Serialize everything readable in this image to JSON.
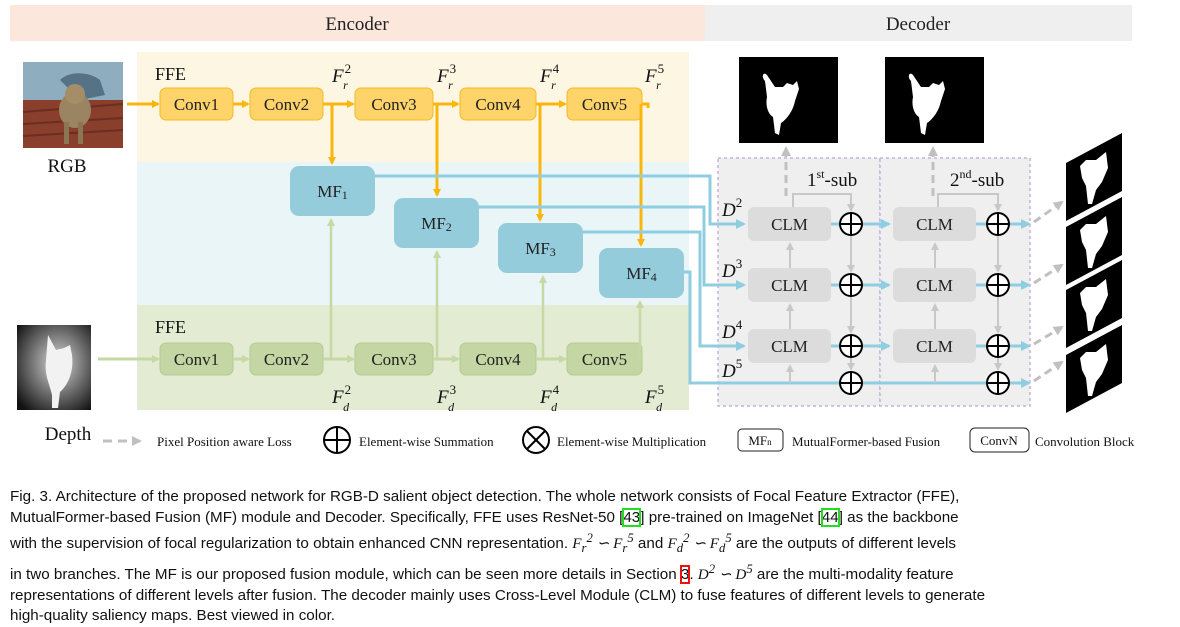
{
  "header": {
    "encoder_label": "Encoder",
    "decoder_label": "Decoder"
  },
  "inputs": {
    "rgb_label": "RGB",
    "depth_label": "Depth"
  },
  "rgb_branch": {
    "title": "FFE",
    "blocks": [
      "Conv1",
      "Conv2",
      "Conv3",
      "Conv4",
      "Conv5"
    ],
    "features": [
      "2",
      "3",
      "4",
      "5"
    ],
    "feature_symbol": "F",
    "feature_sub": "r"
  },
  "depth_branch": {
    "title": "FFE",
    "blocks": [
      "Conv1",
      "Conv2",
      "Conv3",
      "Conv4",
      "Conv5"
    ],
    "features": [
      "2",
      "3",
      "4",
      "5"
    ],
    "feature_symbol": "F",
    "feature_sub": "d"
  },
  "fusion": {
    "prefix": "MF",
    "subs": [
      "1",
      "2",
      "3",
      "4"
    ]
  },
  "decoder": {
    "sub1_label": "1",
    "sub1_sup": "st",
    "sub1_suffix": "-sub",
    "sub2_label": "2",
    "sub2_sup": "nd",
    "sub2_suffix": "-sub",
    "clm_label": "CLM",
    "d_symbol": "D",
    "d_levels": [
      "2",
      "3",
      "4",
      "5"
    ]
  },
  "legend": {
    "loss": "Pixel Position aware Loss",
    "sum": "Element-wise Summation",
    "mul": "Element-wise Multiplication",
    "mf_box": "MF",
    "mf_box_sub": "n",
    "mf": "MutualFormer-based Fusion",
    "conv_box": "ConvN",
    "conv": "Convolution Block"
  },
  "colors": {
    "encoder_band": "#fbe7dc",
    "decoder_band": "#efefef",
    "rgb_bg": "#fdf6e3",
    "mf_bg": "#eaf5f8",
    "depth_bg": "#e3ebd3",
    "conv_rgb": "#fdd36a",
    "conv_rgb_border": "#f5b921",
    "conv_depth": "#c3d6a3",
    "mf_box": "#94ccdc",
    "rgb_arrow": "#f9b70d",
    "depth_arrow": "#c6d8a4",
    "decoder_line": "#8fcde0",
    "clm_box": "#dcdcdc",
    "gray_arrow": "#c8c8c8",
    "dashed_border": "#c4b4dc"
  },
  "caption": {
    "l1": "Fig. 3. Architecture of the proposed network for RGB-D salient object detection. The whole network consists of Focal Feature Extractor (FFE),",
    "l2a": "MutualFormer-based Fusion (MF) module and Decoder. Specifically, FFE uses ResNet-50 [",
    "ref1": "43",
    "l2b": "] pre-trained on ImageNet [",
    "ref2": "44",
    "l2c": "] as the backbone",
    "l3a": "with the supervision of focal regularization to obtain enhanced CNN representation. ",
    "l3b": " are the outputs of different levels",
    "l4a": "in two branches. The MF is our proposed fusion module, which can be seen more details in Section ",
    "ref3": "3",
    "l4b": ". ",
    "l4c": " are the multi-modality feature",
    "l5": "representations of different levels after fusion. The decoder mainly uses Cross-Level Module (CLM) to fuse features of different levels to generate",
    "l6": "high-quality saliency maps. Best viewed in color.",
    "fr_range": "F²ᵣ ∽ F⁵ᵣ",
    "and": "and",
    "fd_range": "F²_d ∽ F⁵_d",
    "d_range": "D² ∽ D⁵"
  }
}
